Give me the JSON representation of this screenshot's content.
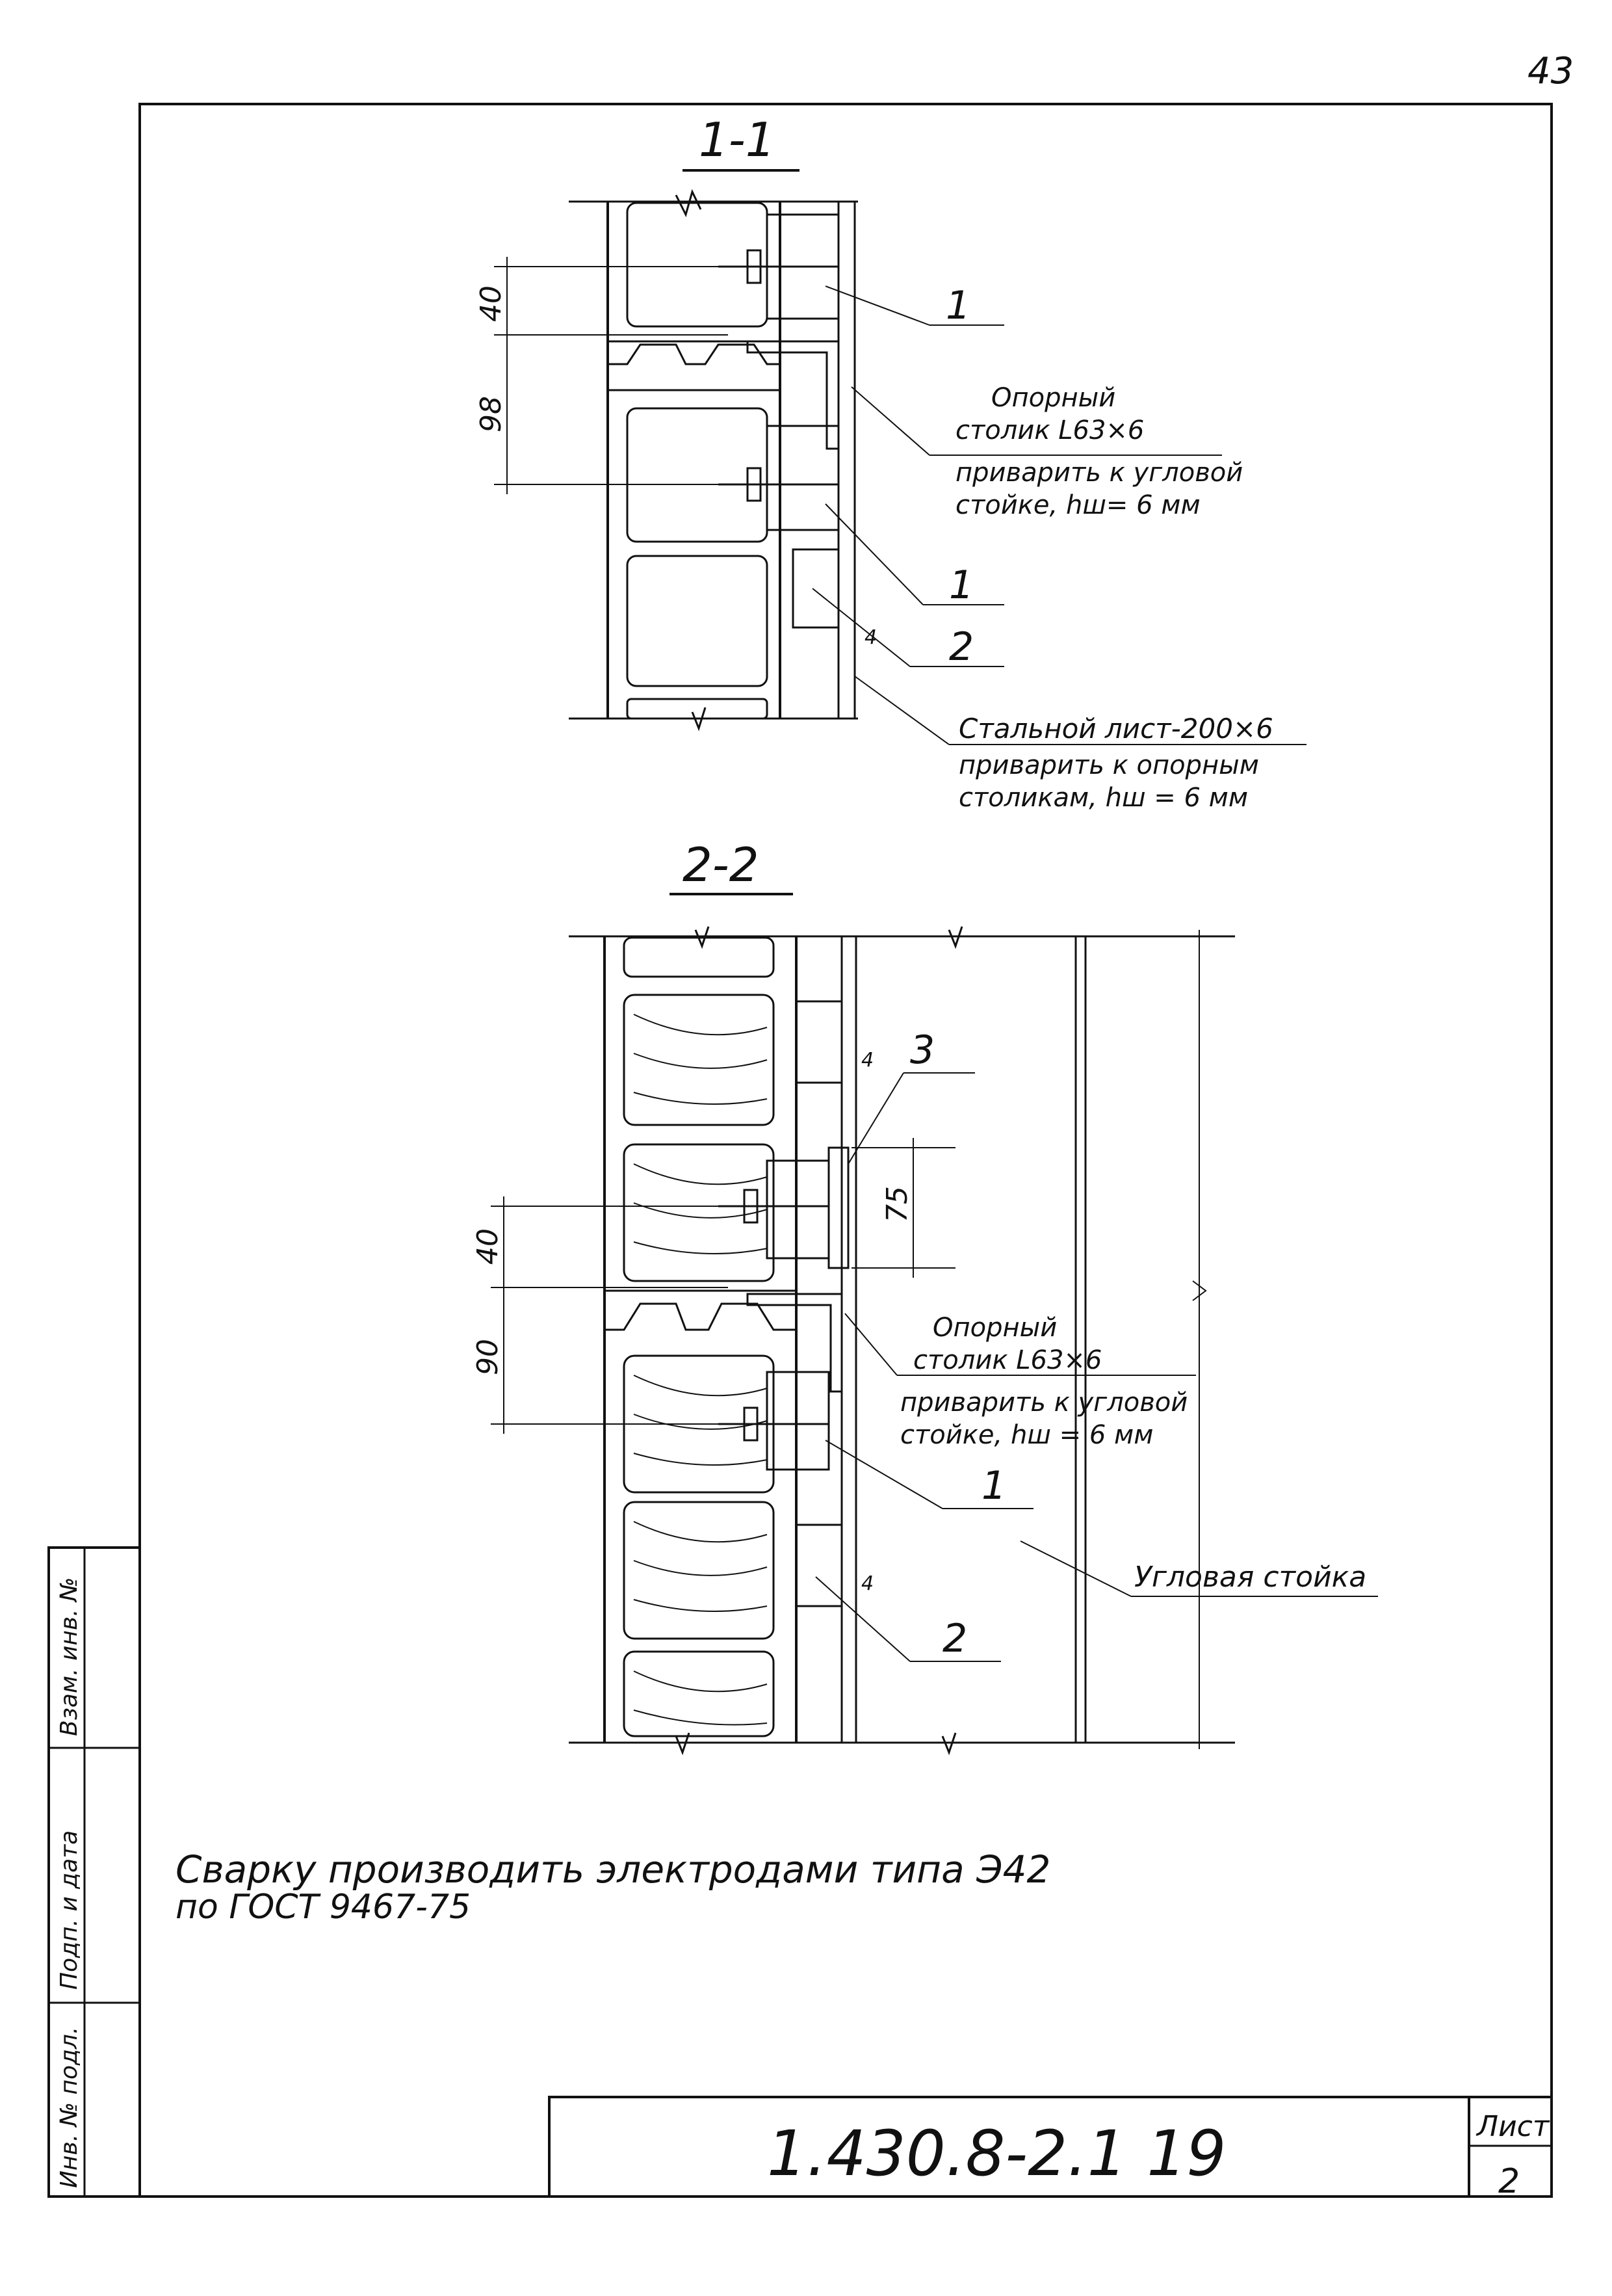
{
  "page_number": "43",
  "sections": {
    "s1": {
      "title": "1-1",
      "dims": [
        "40",
        "98"
      ],
      "callout_1a": "1",
      "callout_1b": "1",
      "callout_2": "2",
      "weld_mark": "4",
      "note1_l1": "Опорный",
      "note1_l2": "столик L63×6",
      "note1_l3": "приварить к угловой",
      "note1_l4": "стойке, hш= 6 мм",
      "note2_l1": "Стальной лист-200×6",
      "note2_l2": "приварить к опорным",
      "note2_l3": "столикам, hш = 6 мм"
    },
    "s2": {
      "title": "2-2",
      "dims": [
        "40",
        "90",
        "75"
      ],
      "callout_3": "3",
      "callout_1": "1",
      "callout_2": "2",
      "weld_mark_a": "4",
      "weld_mark_b": "4",
      "note1_l1": "Опорный",
      "note1_l2": "столик L63×6",
      "note1_l3": "приварить к угловой",
      "note1_l4": "стойке, hш = 6 мм",
      "post_label": "Угловая стойка"
    }
  },
  "general_note": {
    "line1": "Сварку производить электродами типа Э42",
    "line2": "по ГОСТ 9467-75"
  },
  "side_stamp": [
    "Инв. № подл.",
    "Подп. и дата",
    "Взам. инв. №"
  ],
  "title_block": {
    "doc_code": "1.430.8-2.1  19",
    "sheet_label": "Лист",
    "sheet_number": "2"
  }
}
